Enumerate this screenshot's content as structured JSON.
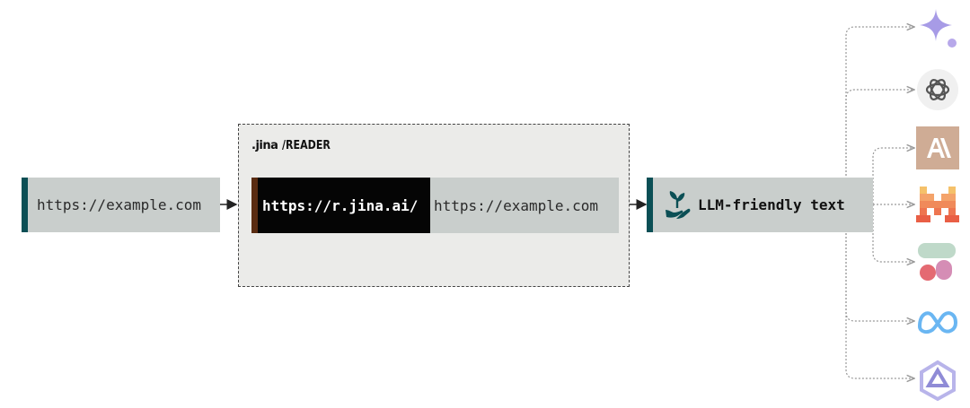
{
  "input": {
    "url": "https://example.com"
  },
  "reader": {
    "brand_logo": ".jina",
    "brand_product": "/READER",
    "prefix": "https://r.jina.ai/",
    "suffix": "https://example.com"
  },
  "output": {
    "label": "LLM-friendly text",
    "icon": "hand-plant-icon"
  },
  "llms": [
    {
      "icon": "gemini-sparkle-icon",
      "color": "#a79be6"
    },
    {
      "icon": "openai-icon",
      "color": "#555555"
    },
    {
      "icon": "anthropic-icon",
      "color": "#cfac95"
    },
    {
      "icon": "mistral-icon",
      "color": "#f08a5a"
    },
    {
      "icon": "blob-shapes-icon",
      "color": "#e46a72"
    },
    {
      "icon": "meta-infinity-icon",
      "color": "#6ab6f2"
    },
    {
      "icon": "qwen-icon",
      "color": "#8f8bd6"
    }
  ],
  "colors": {
    "accent": "#0b4f55",
    "prefix_accent": "#5a2c12",
    "box_fill": "#c9cecc",
    "reader_fill": "#ebebe9"
  }
}
